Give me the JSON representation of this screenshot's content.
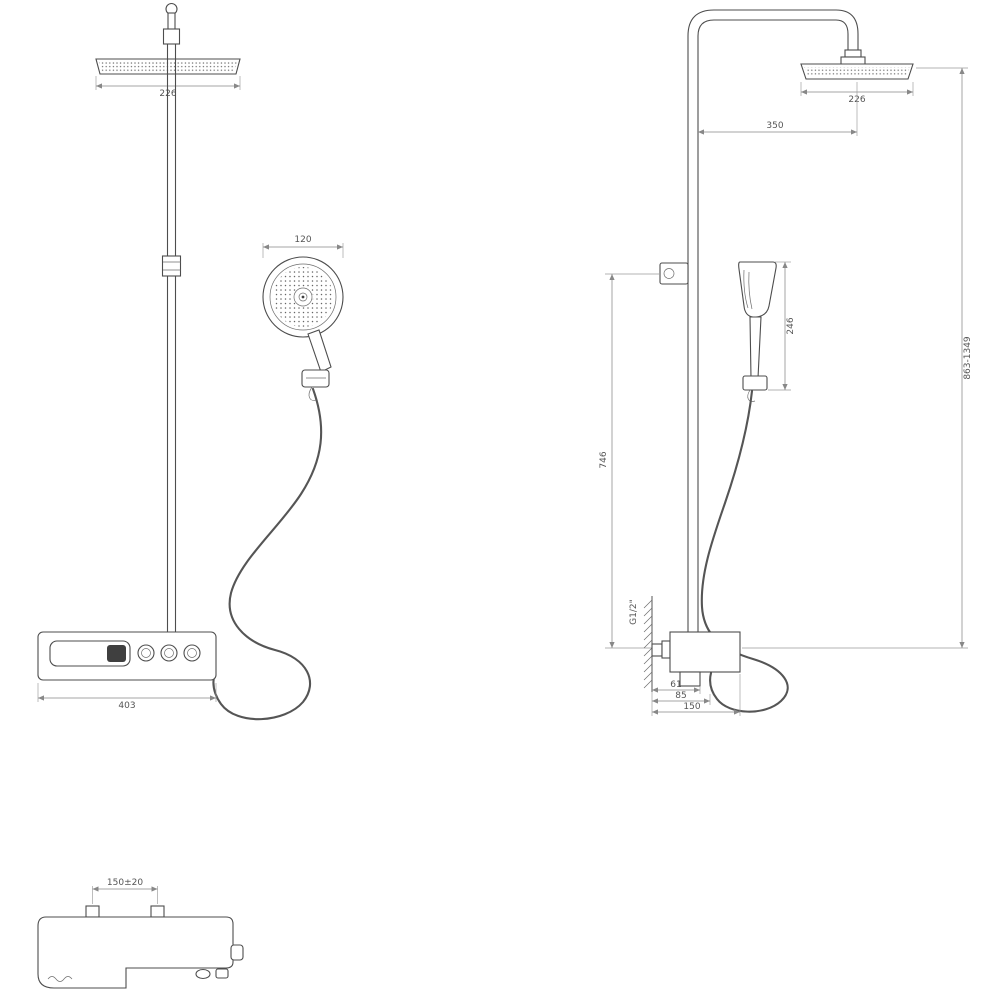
{
  "views": {
    "front": {
      "head_width": "226",
      "hand_shower_diameter": "120",
      "valve_width": "403"
    },
    "side": {
      "head_width": "226",
      "head_offset": "350",
      "hand_shower_length": "246",
      "overall_height": "863-1349",
      "riser_height": "746",
      "inlet_thread": "G1/2\"",
      "dim_a": "61",
      "dim_b": "85",
      "valve_depth": "150"
    },
    "bottom": {
      "inlet_spacing": "150±20"
    }
  }
}
